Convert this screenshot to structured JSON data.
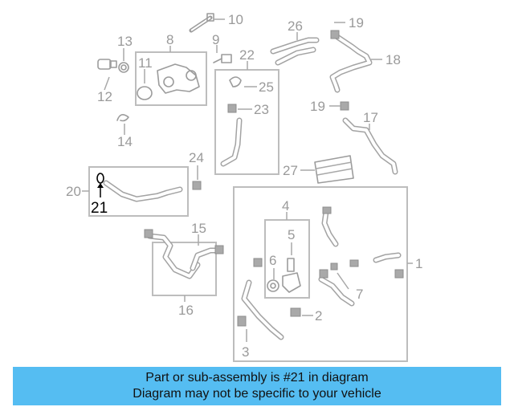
{
  "diagram": {
    "callouts": {
      "c1": "1",
      "c2": "2",
      "c3": "3",
      "c4": "4",
      "c5": "5",
      "c6": "6",
      "c7": "7",
      "c8": "8",
      "c9": "9",
      "c10": "10",
      "c11": "11",
      "c12": "12",
      "c13": "13",
      "c14": "14",
      "c15": "15",
      "c16": "16",
      "c17": "17",
      "c18": "18",
      "c19a": "19",
      "c19b": "19",
      "c20": "20",
      "c21": "21",
      "c22": "22",
      "c23": "23",
      "c24": "24",
      "c25": "25",
      "c26": "26",
      "c27": "27"
    },
    "highlighted_part": "21",
    "colors": {
      "banner": "#55bdf2",
      "parts": "#9c9c9c",
      "highlight": "#000000"
    }
  },
  "banner": {
    "line1": "Part or sub-assembly is #21 in diagram",
    "line2": "Diagram may not be specific to your vehicle"
  }
}
